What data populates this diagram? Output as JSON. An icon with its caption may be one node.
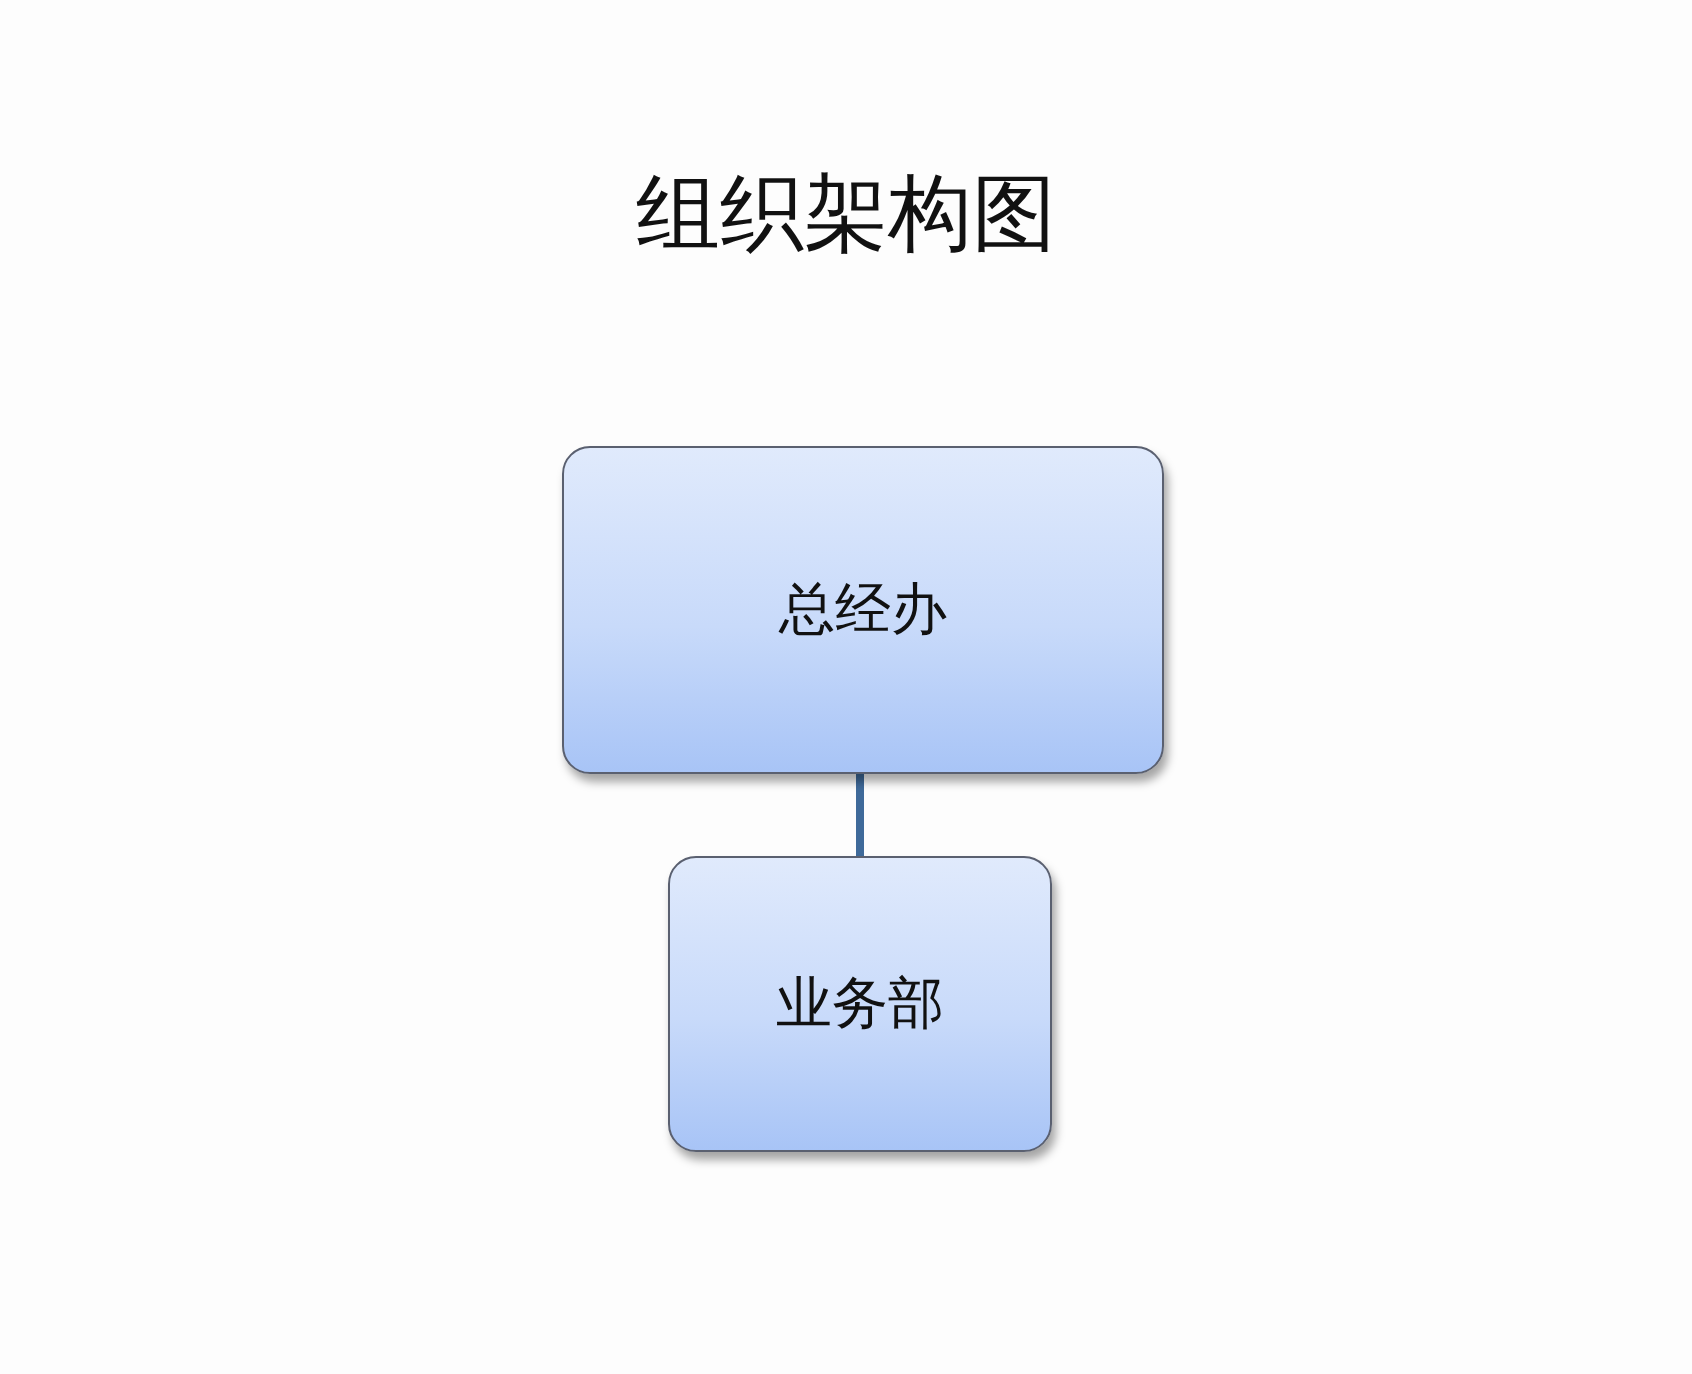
{
  "diagram": {
    "title": "组织架构图",
    "nodes": [
      {
        "text": [
          "总经办"
        ]
      },
      {
        "text": [
          "业务部"
        ]
      }
    ],
    "edges": [
      {
        "from": 0,
        "to": 1,
        "arrow": "none"
      }
    ]
  }
}
